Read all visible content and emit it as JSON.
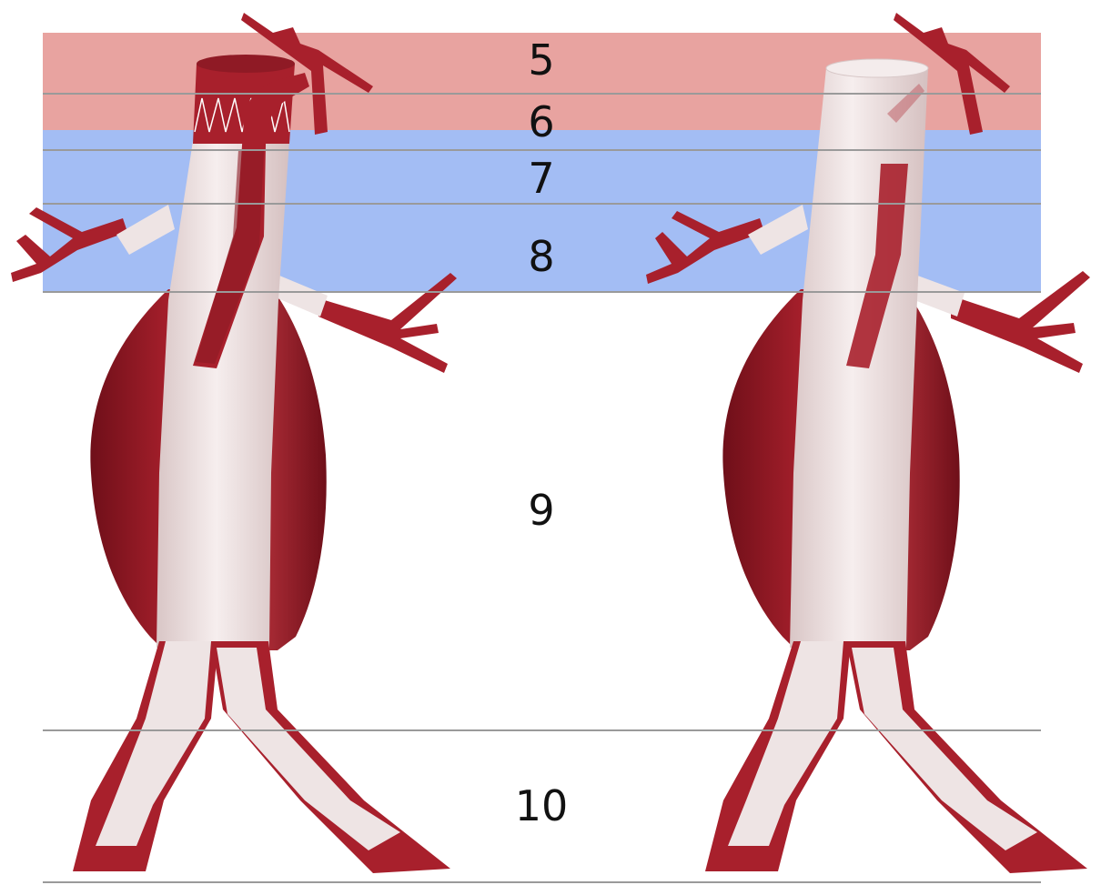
{
  "figure": {
    "zone_labels": [
      "5",
      "6",
      "7",
      "8",
      "9",
      "10"
    ],
    "colors": {
      "zone_5_6_band": "#e8a3a0",
      "zone_7_8_band": "#a3bdf4",
      "zone_divider": "#9a9a9a",
      "vessel_red": "#a8202c",
      "vessel_dark": "#7e1520",
      "graft_white": "#eee4e4",
      "stent_wire": "#ffffff"
    },
    "models": [
      {
        "id": "left",
        "icon": "aortic-stent-graft-with-branch-stent-icon"
      },
      {
        "id": "right",
        "icon": "aortic-stent-graft-with-fenestrations-icon"
      }
    ]
  }
}
